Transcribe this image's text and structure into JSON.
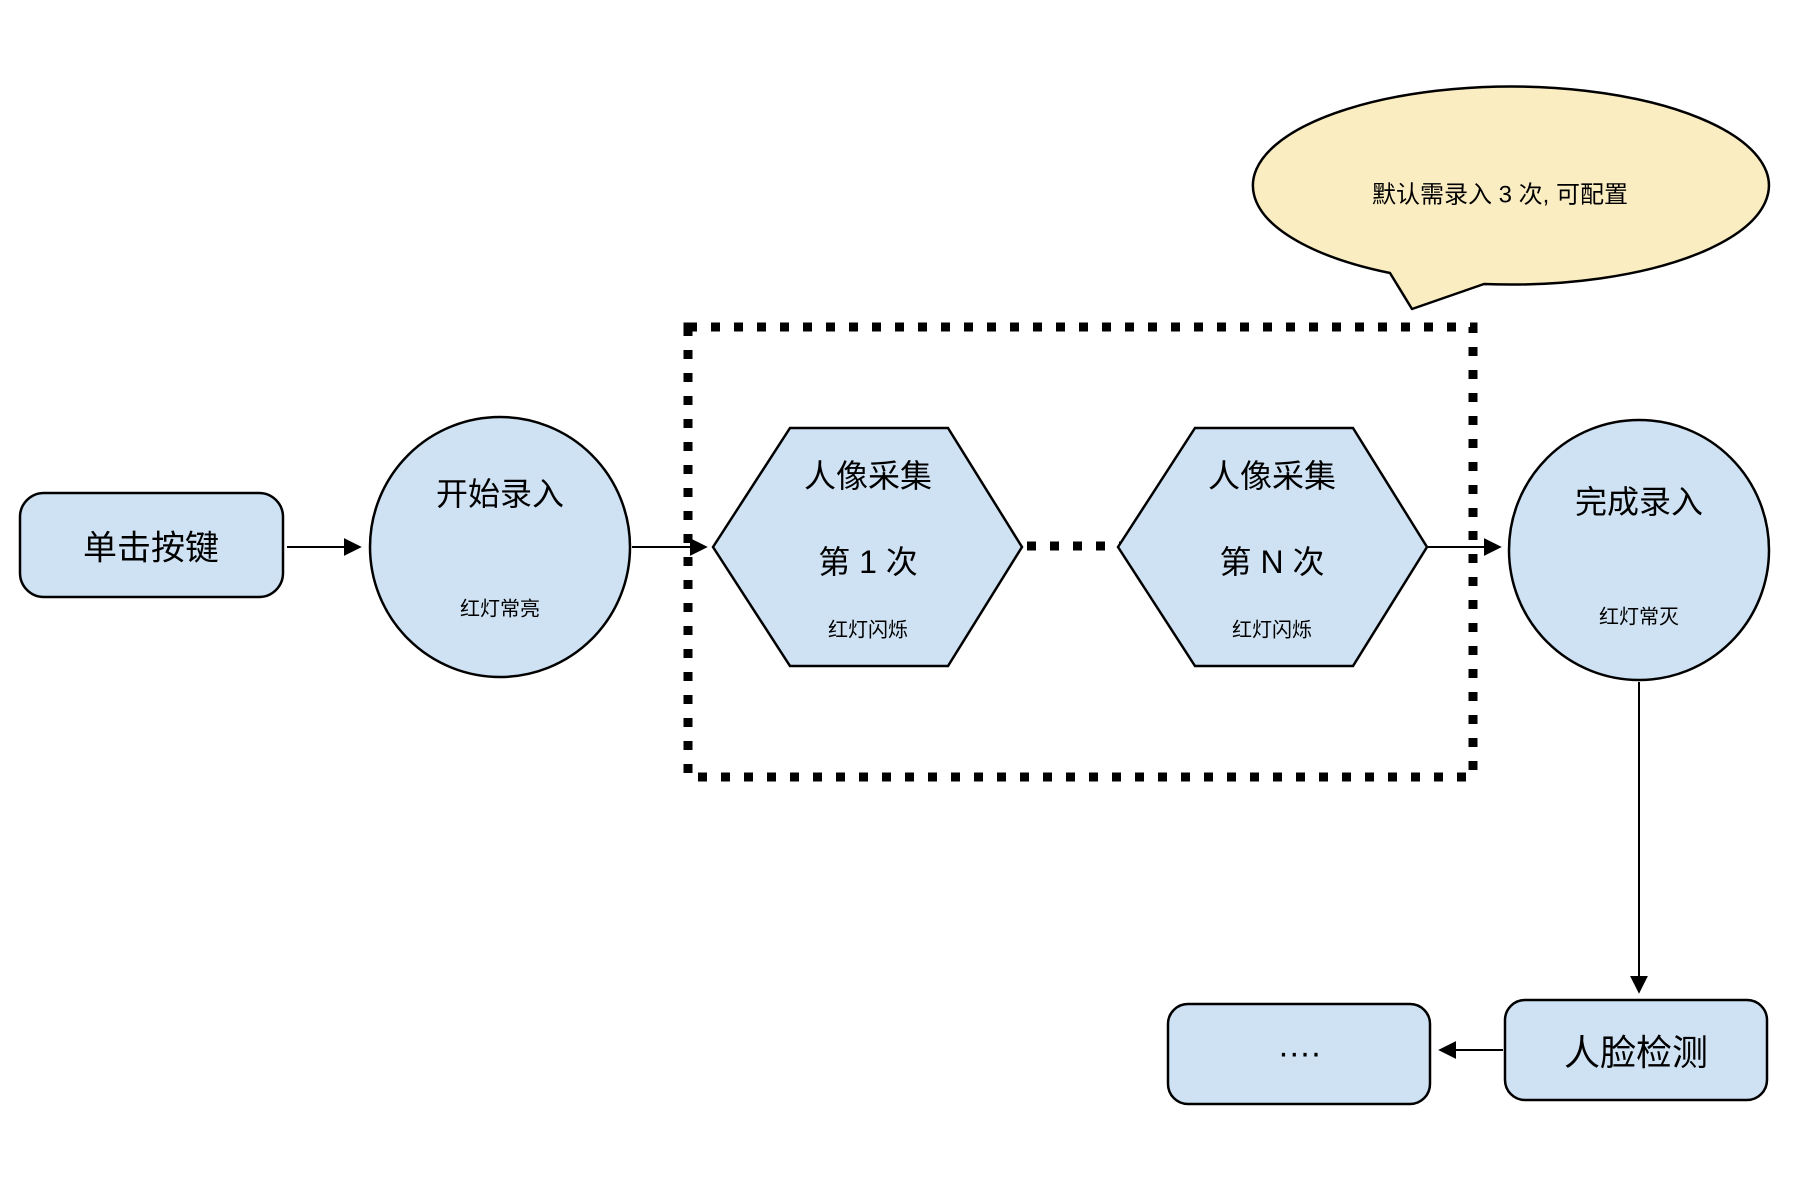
{
  "colors": {
    "shape_fill": "#cfe2f3",
    "callout_fill": "#fbedc2",
    "stroke": "#000000"
  },
  "callout": {
    "text": "默认需录入 3 次, 可配置"
  },
  "nodes": {
    "click_button": {
      "label": "单击按键"
    },
    "start_entry": {
      "title": "开始录入",
      "status": "红灯常亮"
    },
    "capture_first": {
      "title": "人像采集",
      "line2": "第 1 次",
      "status": "红灯闪烁"
    },
    "capture_nth": {
      "title": "人像采集",
      "line2": "第 N 次",
      "status": "红灯闪烁"
    },
    "finish_entry": {
      "title": "完成录入",
      "status": "红灯常灭"
    },
    "face_detect": {
      "label": "人脸检测"
    },
    "more_steps": {
      "label": "…."
    }
  }
}
